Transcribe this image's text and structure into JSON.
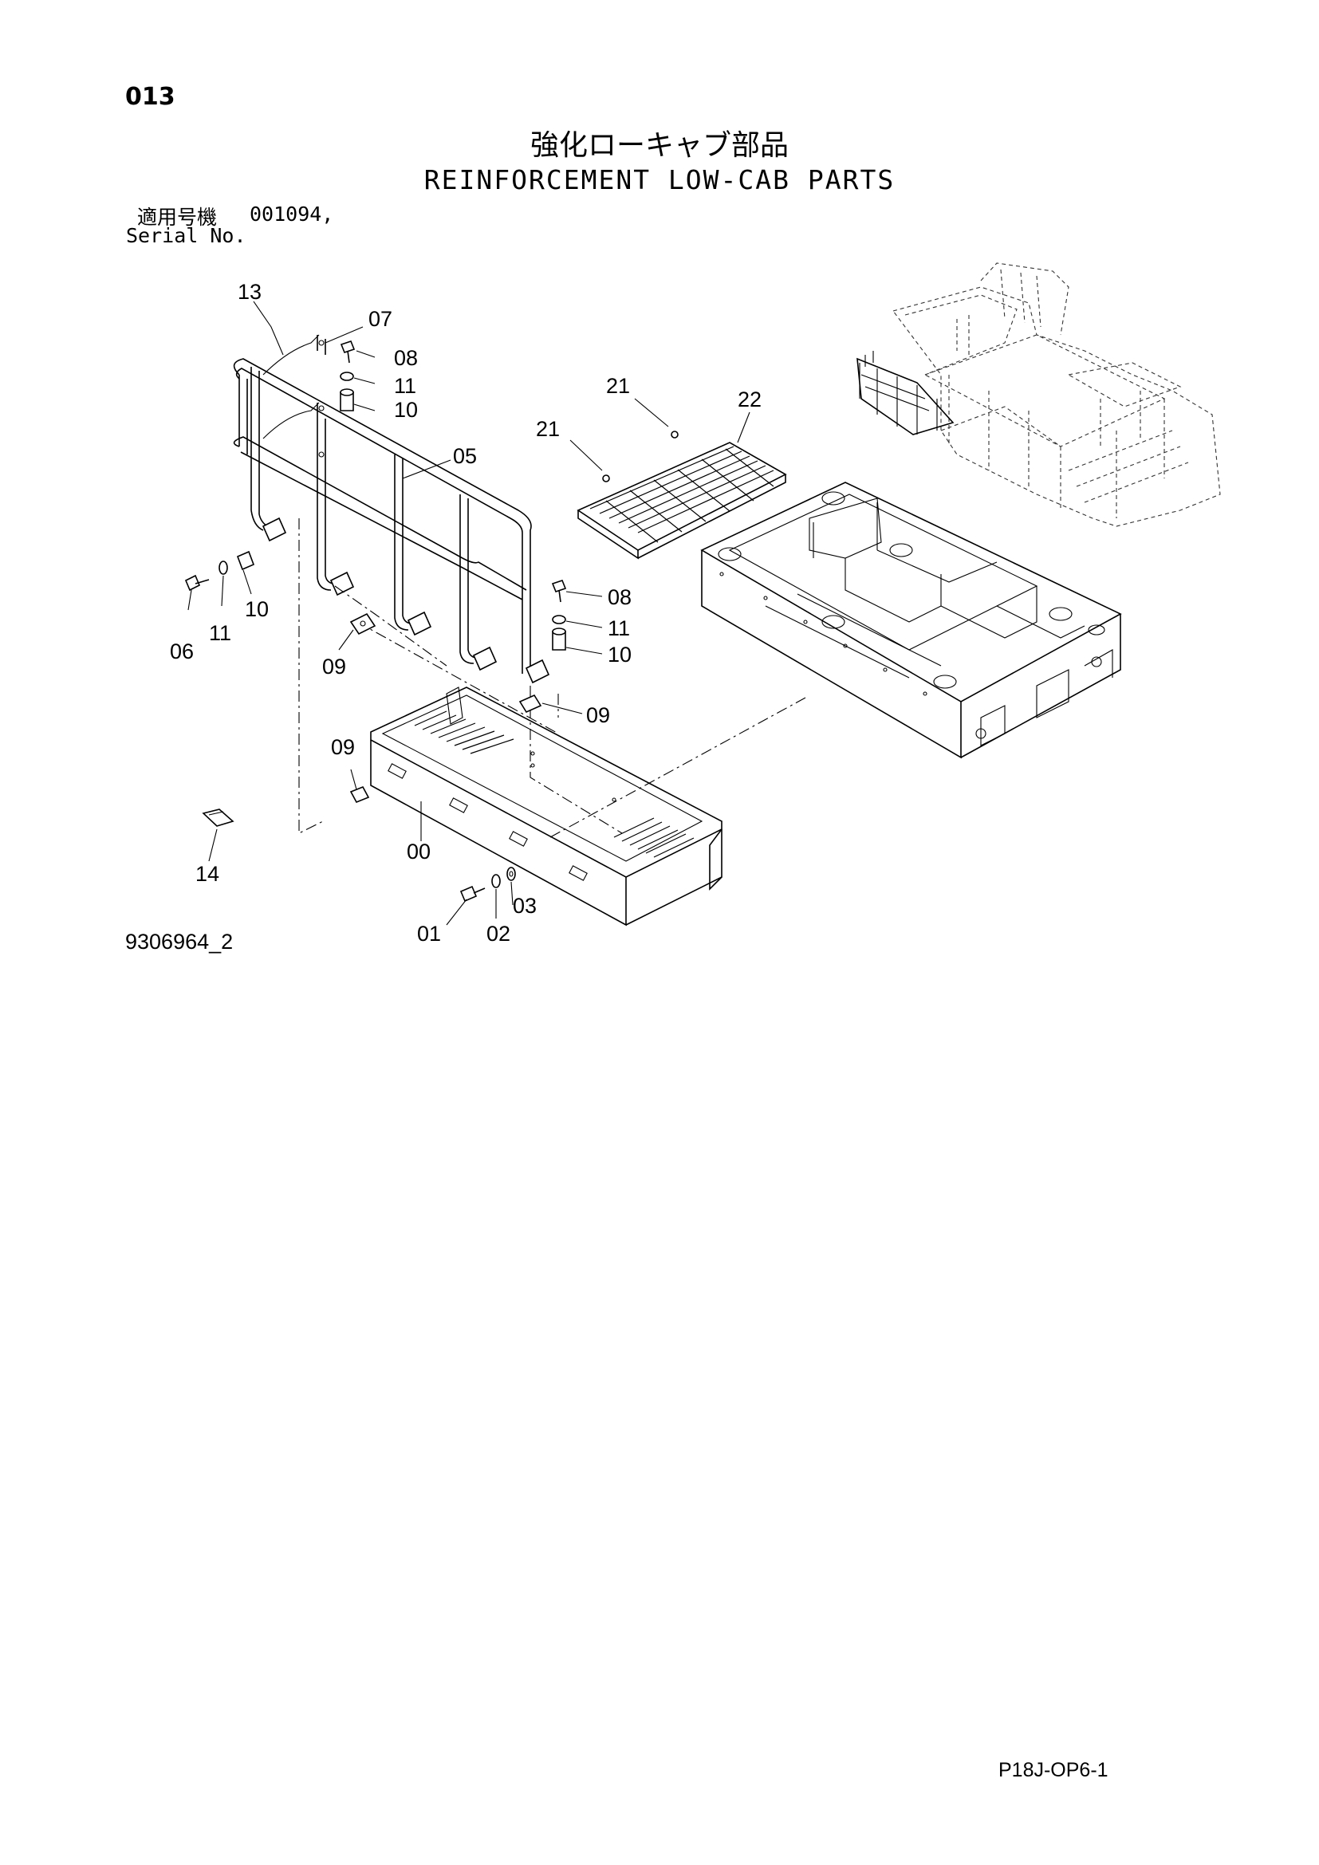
{
  "header": {
    "page_number": "013",
    "title_jp": "強化ローキャブ部品",
    "title_en": "REINFORCEMENT LOW-CAB PARTS",
    "serial_label_jp": "適用号機",
    "serial_value": "001094,",
    "serial_label_en": "Serial No."
  },
  "diagram": {
    "callouts": {
      "c13": "13",
      "c07": "07",
      "c08a": "08",
      "c11a": "11",
      "c10a": "10",
      "c05": "05",
      "c21a": "21",
      "c21b": "21",
      "c22": "22",
      "c06": "06",
      "c11b": "11",
      "c10b": "10",
      "c09a": "09",
      "c08b": "08",
      "c11c": "11",
      "c10c": "10",
      "c09b": "09",
      "c09c": "09",
      "c00": "00",
      "c14": "14",
      "c03": "03",
      "c01": "01",
      "c02": "02"
    }
  },
  "footer": {
    "drawing_number": "9306964_2",
    "page_code": "P18J-OP6-1"
  }
}
